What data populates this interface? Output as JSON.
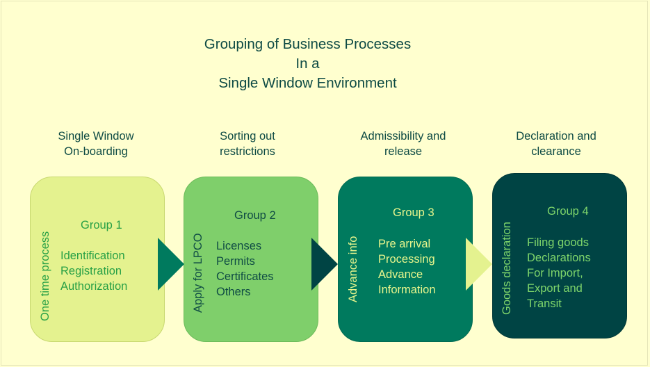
{
  "title": {
    "line1": "Grouping of Business Processes",
    "line2": "In a",
    "line3": "Single Window Environment"
  },
  "stages": [
    {
      "line1": "Single Window",
      "line2": "On-boarding"
    },
    {
      "line1": "Sorting out",
      "line2": "restrictions"
    },
    {
      "line1": "Admissibility and",
      "line2": "release"
    },
    {
      "line1": "Declaration and",
      "line2": "clearance"
    }
  ],
  "groups": [
    {
      "title": "Group 1",
      "side_label": "One time process",
      "items": [
        "Identification",
        "Registration",
        "Authorization"
      ],
      "fill": "#e4f28f",
      "text_color": "#27a046"
    },
    {
      "title": "Group 2",
      "side_label": "Apply for LPCO",
      "items": [
        "Licenses",
        "Permits",
        "Certificates",
        "Others"
      ],
      "fill": "#7fcf6b",
      "text_color": "#0f4c44"
    },
    {
      "title": "Group 3",
      "side_label": "Advance info",
      "items": [
        "Pre arrival",
        "Processing",
        "Advance",
        "Information"
      ],
      "fill": "#007a5e",
      "text_color": "#e8f58c"
    },
    {
      "title": "Group 4",
      "side_label": "Goods declaration",
      "items": [
        "Filing goods",
        "Declarations",
        "For Import,",
        "Export and",
        "Transit"
      ],
      "fill": "#004444",
      "text_color": "#7fd66b"
    }
  ],
  "arrow_colors": [
    "#007a5e",
    "#004444",
    "#e4f28f"
  ]
}
